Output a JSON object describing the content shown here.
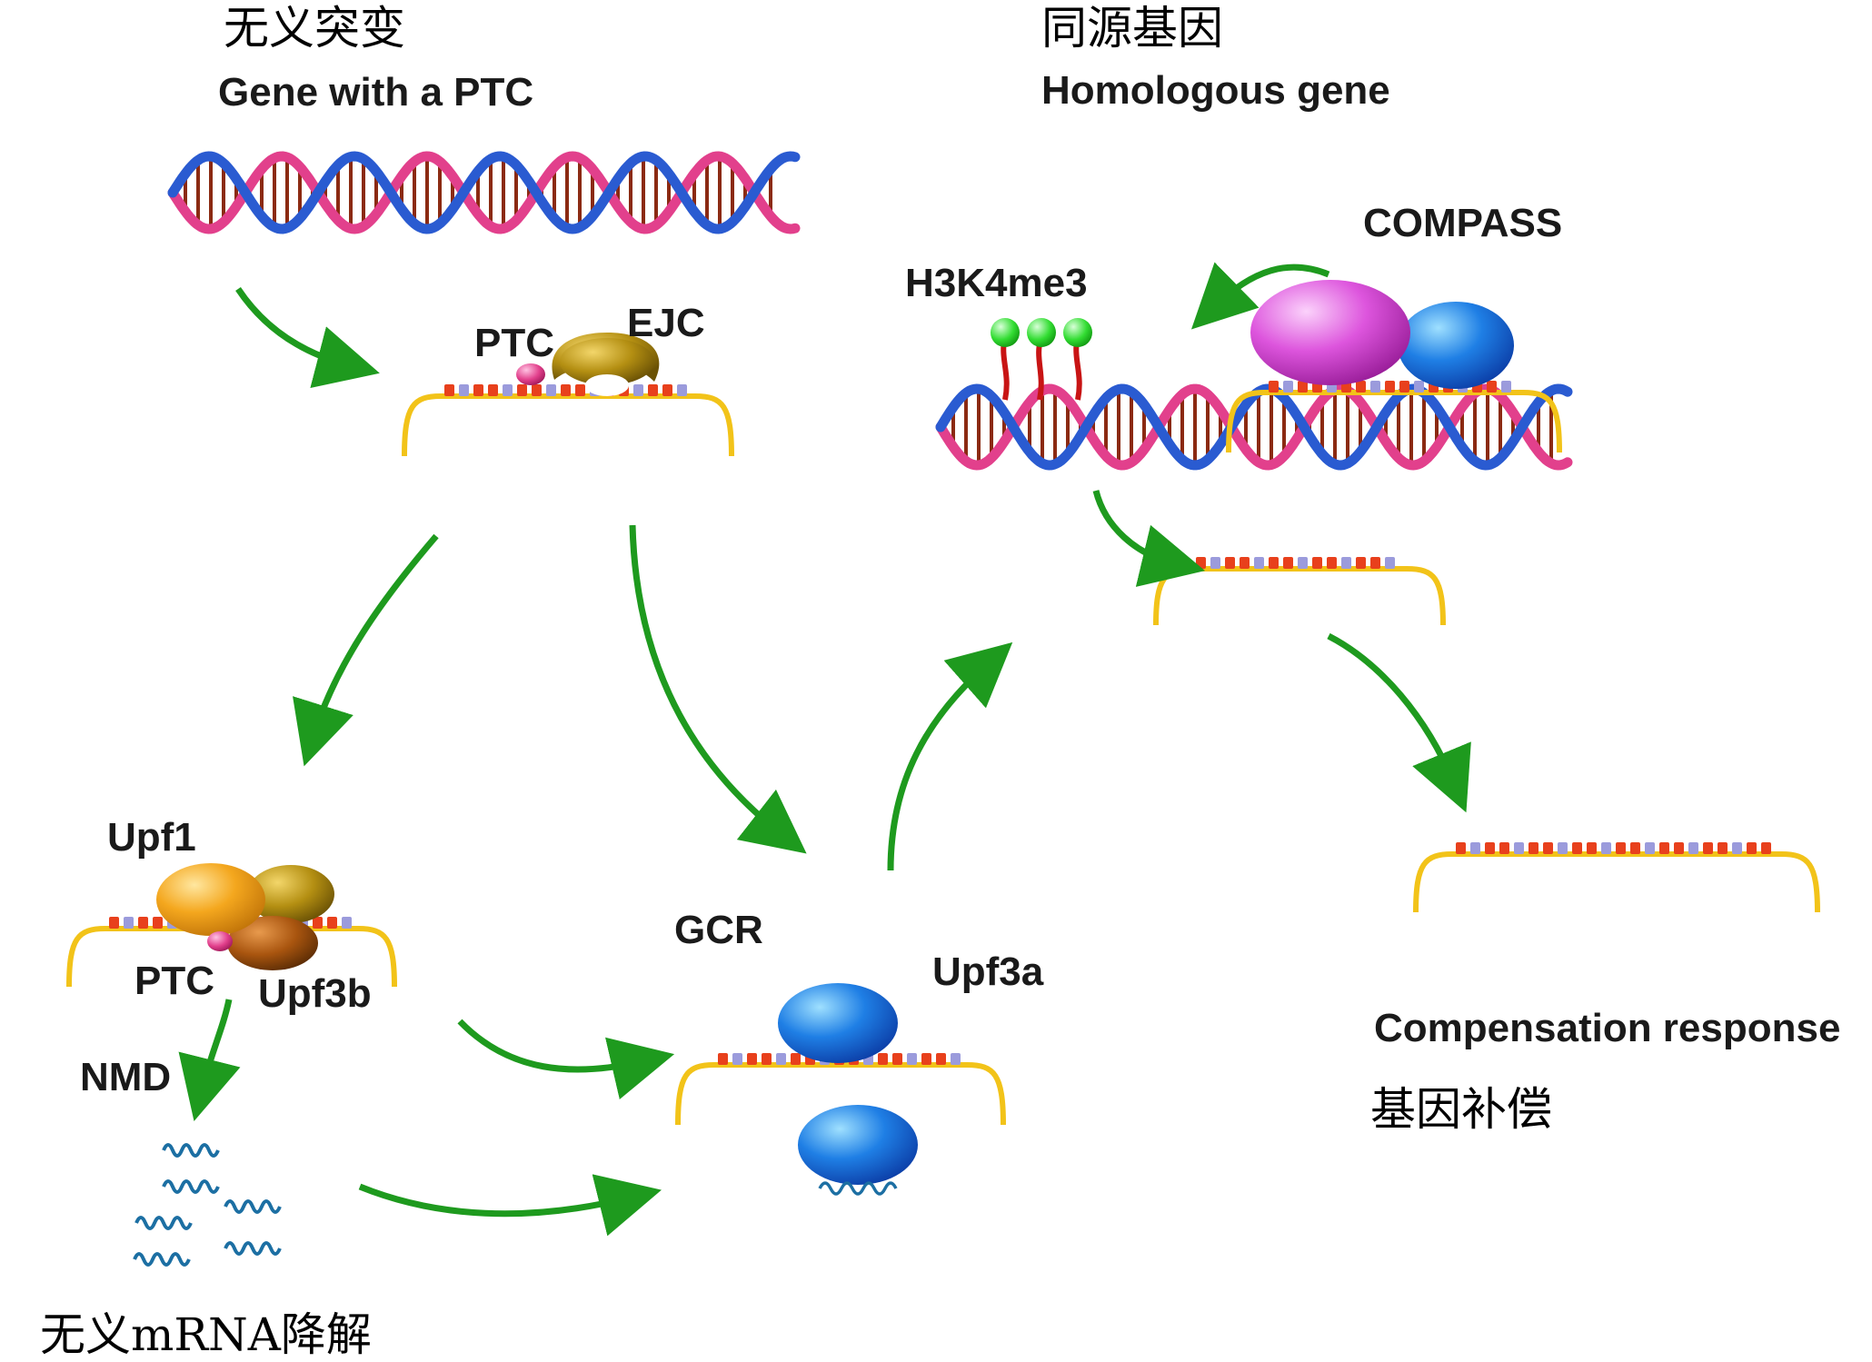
{
  "labels": {
    "cn_nonsense_mutation": "无义突变",
    "gene_with_ptc": "Gene with a PTC",
    "cn_homologous_gene": "同源基因",
    "homologous_gene": "Homologous gene",
    "compass": "COMPASS",
    "h3k4me3": "H3K4me3",
    "ptc_top": "PTC",
    "ejc": "EJC",
    "upf1": "Upf1",
    "ptc_bottom": "PTC",
    "upf3b": "Upf3b",
    "nmd": "NMD",
    "gcr": "GCR",
    "upf3a": "Upf3a",
    "compensation_response": "Compensation response",
    "cn_compensation": "基因补偿",
    "cn_nonsense_mrna_decay": "无义mRNA降解"
  },
  "colors": {
    "arrow_green": "#1e9a1e",
    "mrna_yellow": "#f2c319",
    "codon_red": "#e8401c",
    "codon_lavender": "#9b9bdc",
    "dna_blue": "#2a5bd1",
    "dna_pink": "#e2408c",
    "rung_brown": "#8b2a12",
    "ejc_gold": "#a8860b",
    "upf1_orange": "#f1a21a",
    "upf3b_brown": "#a0520c",
    "upf3a_blue": "#1f7fe5",
    "compass_magenta": "#d850d8",
    "histone_green": "#33dd33",
    "histone_red": "#c81414",
    "nmd_fragment_teal": "#1c6fa3"
  },
  "icons": [
    "dna-double-helix",
    "mrna-strand",
    "protein-complex",
    "methyl-mark",
    "degraded-rna-fragment"
  ]
}
